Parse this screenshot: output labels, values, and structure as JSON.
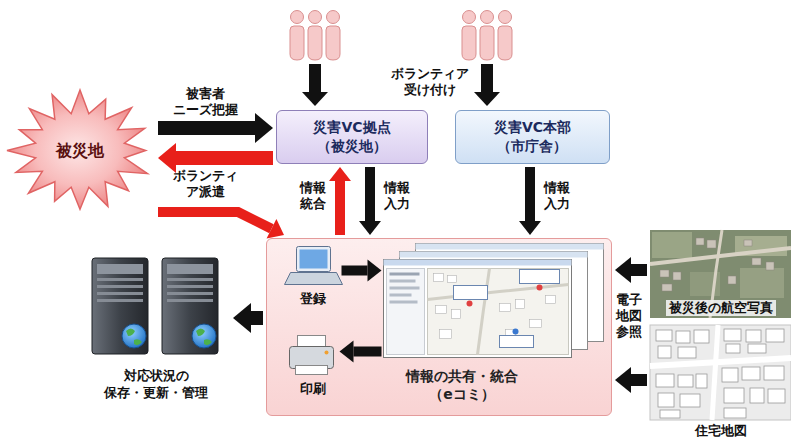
{
  "diagram": {
    "nodes": [
      {
        "text": [
          "被災地"
        ]
      },
      {
        "text": [
          "災害VC拠点 （被災地）"
        ]
      },
      {
        "text": [
          "災害VC本部 （市庁舎）"
        ]
      },
      {
        "text": [
          "情報の共有・統合 （eコミ）"
        ]
      },
      {
        "text": [
          "対応状況の 保存・更新・管理"
        ]
      },
      {
        "text": [
          "被災後の航空写真"
        ]
      },
      {
        "text": [
          "住宅地図"
        ]
      }
    ],
    "edges": [
      {
        "from": 0,
        "to": 1,
        "arrow": "to",
        "label": "被害者 ニーズ把握"
      },
      {
        "from": 1,
        "to": 0,
        "arrow": "to",
        "label": "ボランティ ア派遣"
      },
      {
        "from": 0,
        "to": 3,
        "arrow": "to"
      },
      {
        "from": 3,
        "to": 1,
        "arrow": "to",
        "label": "情報 統合"
      },
      {
        "from": 1,
        "to": 3,
        "arrow": "to",
        "label": "情報 入力"
      },
      {
        "from": 2,
        "to": 3,
        "arrow": "to",
        "label": "情報 入力"
      },
      {
        "from": 3,
        "to": 4,
        "arrow": "to"
      },
      {
        "from": 5,
        "to": 3,
        "arrow": "to"
      },
      {
        "from": 6,
        "to": 3,
        "arrow": "to"
      }
    ],
    "labels": [
      "ボランティア 受け付け",
      "登録",
      "印刷",
      "電子 地図 参照"
    ]
  }
}
